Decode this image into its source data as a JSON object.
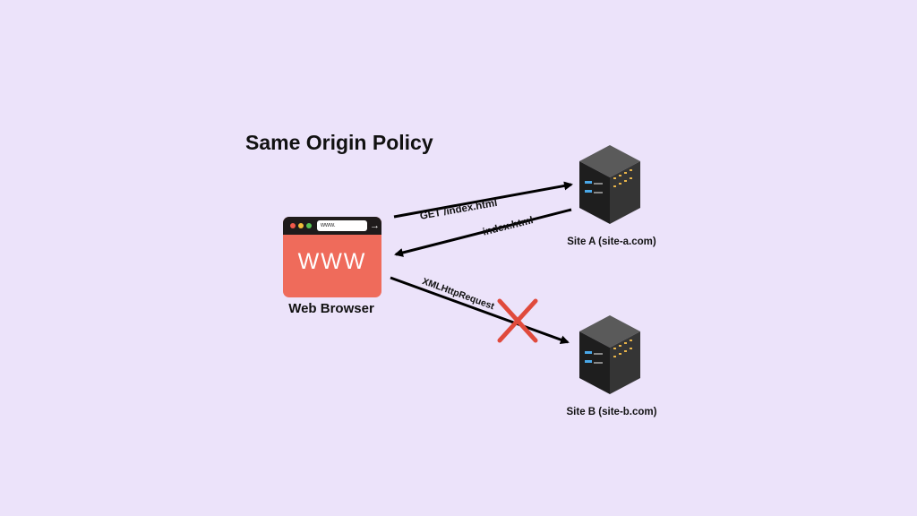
{
  "title": "Same Origin Policy",
  "browser": {
    "label": "Web Browser",
    "address_text": "www.",
    "content_text": "WWW",
    "icon": "browser-window-icon"
  },
  "sites": [
    {
      "label": "Site A (site-a.com)",
      "icon": "server-icon"
    },
    {
      "label": "Site B (site-b.com)",
      "icon": "server-icon"
    }
  ],
  "arrows": {
    "request": "GET /index.html",
    "response": "index.html",
    "cross_origin": "XMLHttpRequest"
  },
  "blocked_icon": "cross-icon",
  "colors": {
    "background": "#ece3fa",
    "browser": "#ef6b5b",
    "browser_bar": "#1f1b1b",
    "blocked": "#e04a3c",
    "server_body": "#2b2b2b",
    "server_lights": "#e8b44a"
  }
}
